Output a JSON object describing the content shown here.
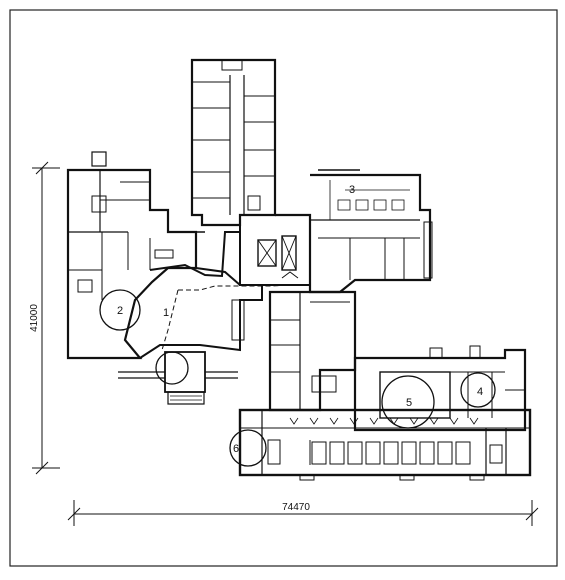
{
  "plan": {
    "dimensions": {
      "width_label": "74470",
      "height_label": "41000"
    },
    "room_markers": [
      {
        "number": "1",
        "circled": false
      },
      {
        "number": "2",
        "circled": true
      },
      {
        "number": "3",
        "circled": false
      },
      {
        "number": "4",
        "circled": true
      },
      {
        "number": "5",
        "circled": true
      },
      {
        "number": "6",
        "circled": true
      }
    ]
  }
}
